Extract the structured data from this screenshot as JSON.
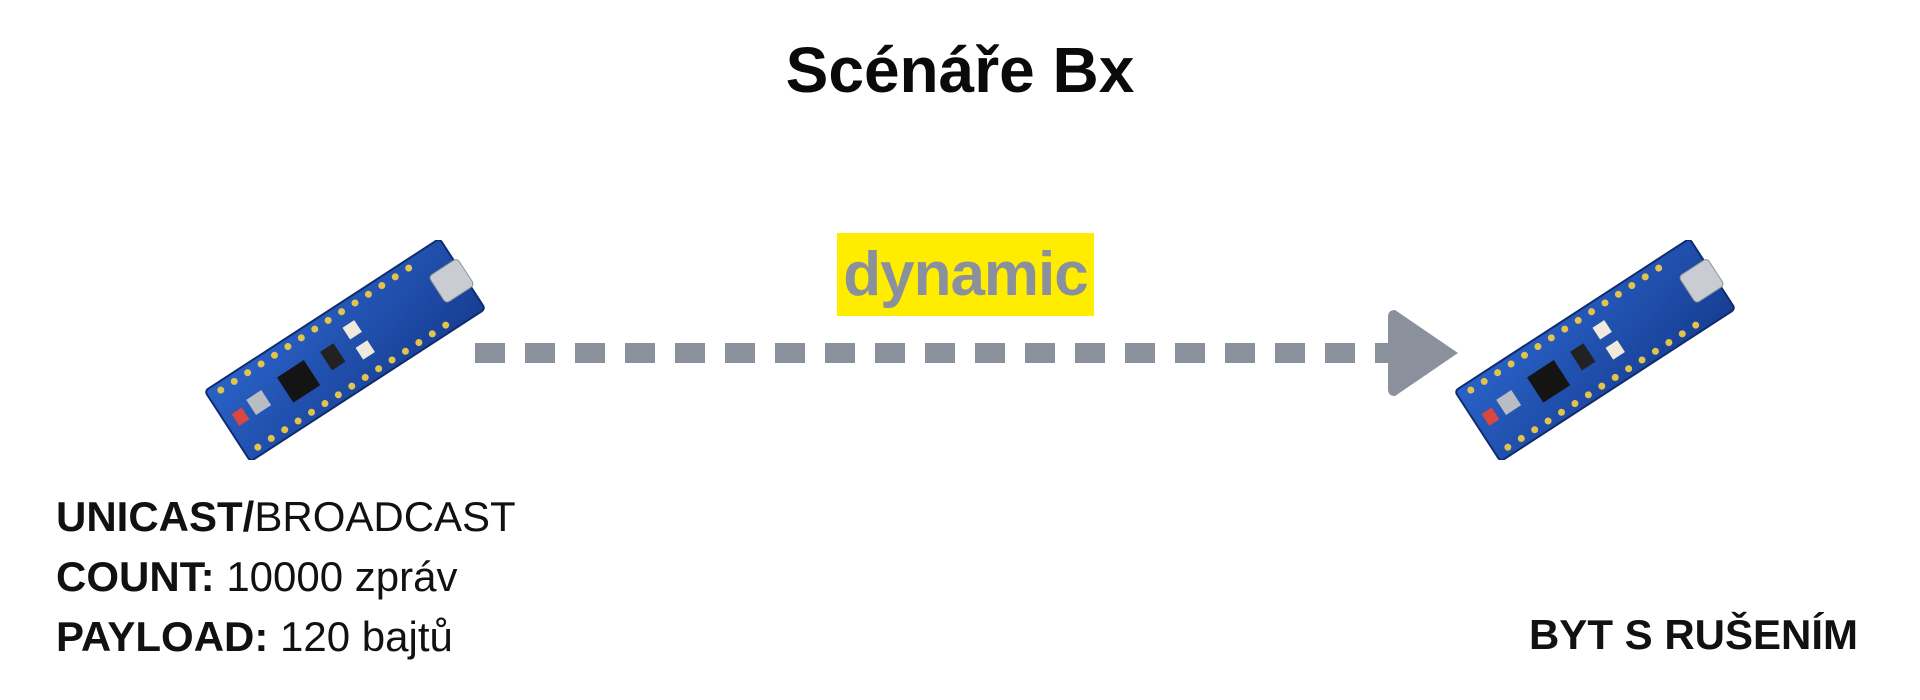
{
  "title": "Scénáře Bx",
  "link_label": "dynamic",
  "sender": {
    "mode_bold": "UNICAST/",
    "mode_normal": "BROADCAST",
    "count_label": "COUNT:",
    "count_value": "10000 zpráv",
    "payload_label": "PAYLOAD:",
    "payload_value": "120 bajtů"
  },
  "receiver": {
    "environment": "BYT S RUŠENÍM"
  },
  "colors": {
    "arrow": "#8a919c",
    "highlight": "#ffed00",
    "board_pcb": "#1f4fb0"
  }
}
